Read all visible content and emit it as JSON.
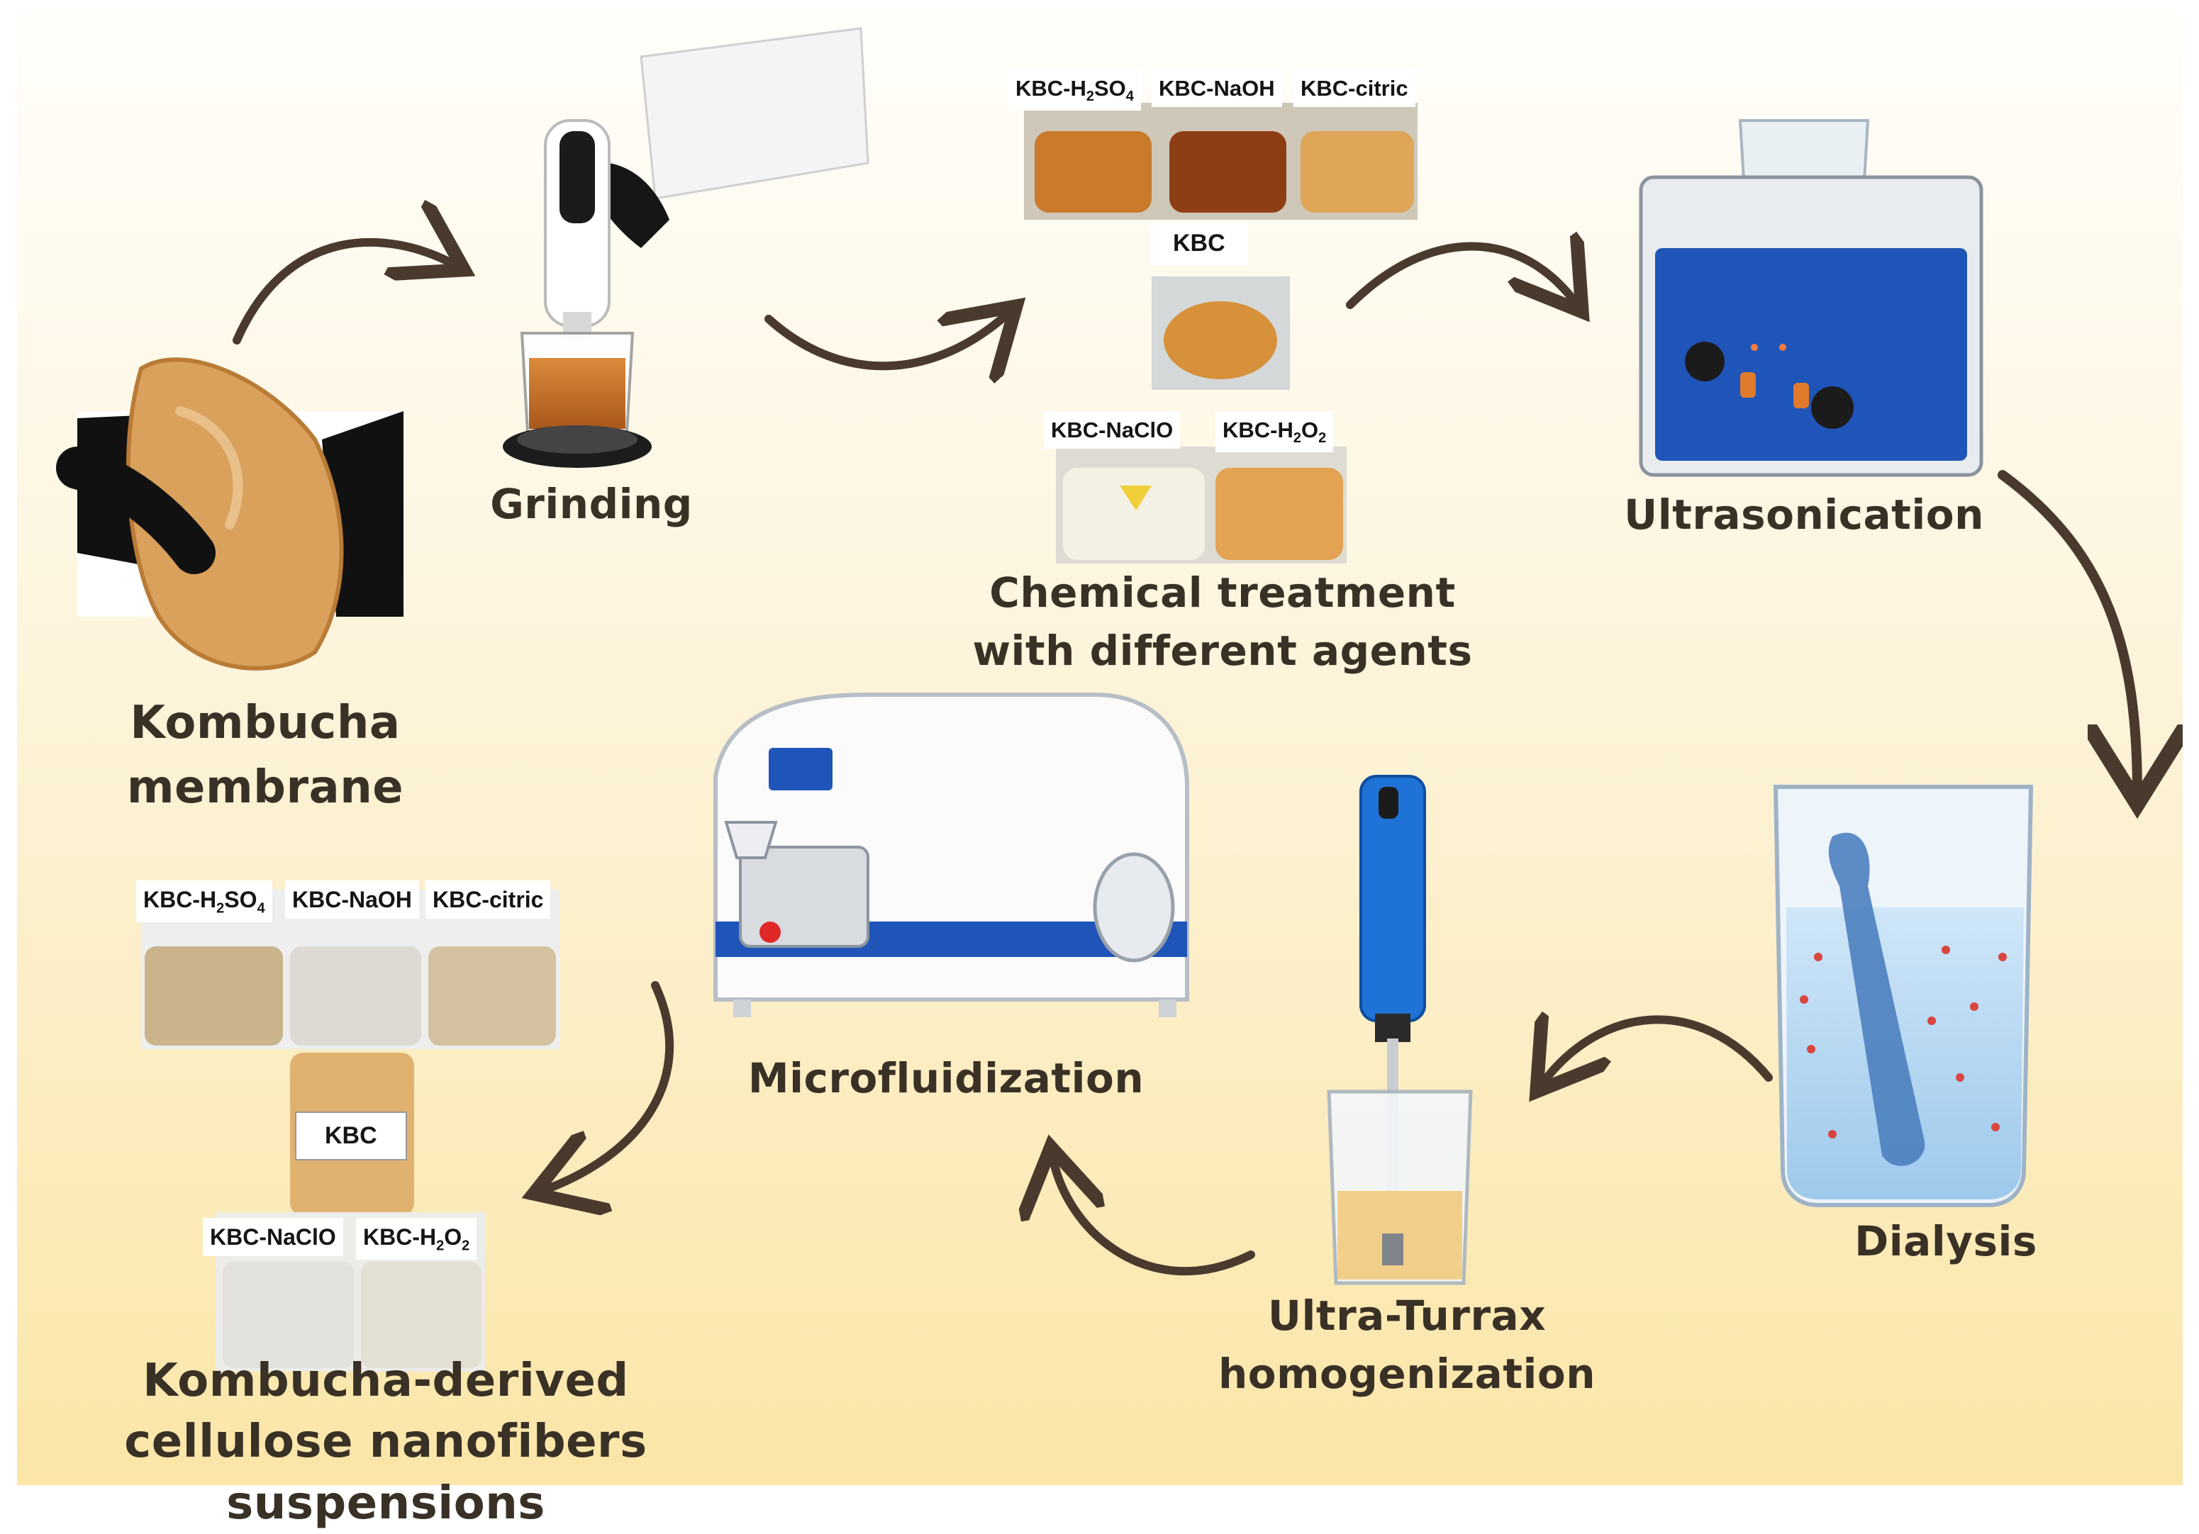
{
  "steps": {
    "kombucha_membrane": "Kombucha membrane",
    "grinding": "Grinding",
    "chemical_treatment": "Chemical treatment with different agents",
    "ultrasonication": "Ultrasonication",
    "dialysis": "Dialysis",
    "ultra_turrax": "Ultra-Turrax homogenization",
    "microfluidization": "Microfluidization",
    "suspensions": "Kombucha-derived cellulose nanofibers suspensions"
  },
  "vial_labels": {
    "h2so4": {
      "base": "KBC-H",
      "s1": "2",
      "mid": "SO",
      "s2": "4"
    },
    "naoh": "KBC-NaOH",
    "citric": "KBC-citric",
    "kbc": "KBC",
    "naclo": "KBC-NaClO",
    "h2o2": {
      "base": "KBC-H",
      "s1": "2",
      "mid": "O",
      "s2": "2"
    }
  },
  "colors": {
    "arrow": "#4a3a2e",
    "text": "#3a3126",
    "background_top": "#fffefa",
    "background_bottom": "#fbe6a8",
    "device_blue": "#1f55b8"
  }
}
